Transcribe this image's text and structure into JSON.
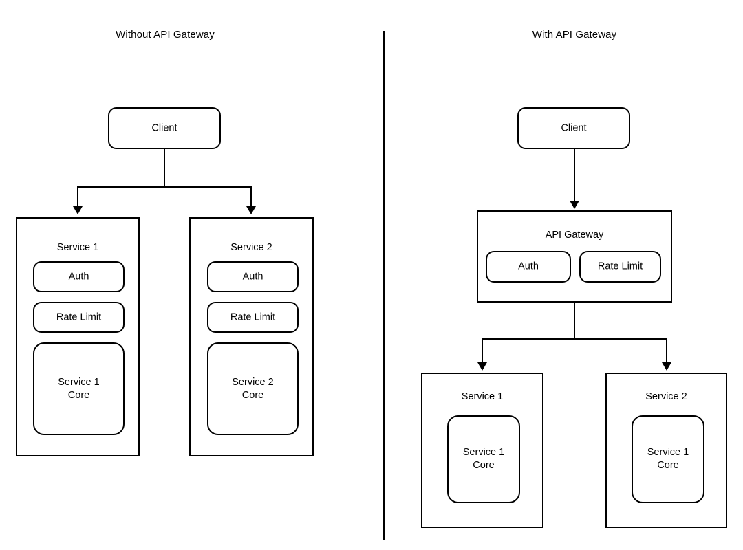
{
  "diagram": {
    "title_left": "Without API Gateway",
    "title_right": "With API Gateway",
    "accent_color": "#000000",
    "background_color": "#ffffff"
  },
  "left_panel": {
    "title": "Without API Gateway",
    "client": {
      "label": "Client"
    },
    "services": [
      {
        "title": "Service 1",
        "components": [
          {
            "label": "Auth"
          },
          {
            "label": "Rate Limit"
          },
          {
            "label": "Service 1\nCore"
          }
        ]
      },
      {
        "title": "Service 2",
        "components": [
          {
            "label": "Auth"
          },
          {
            "label": "Rate Limit"
          },
          {
            "label": "Service 2\nCore"
          }
        ]
      }
    ]
  },
  "right_panel": {
    "title": "With API Gateway",
    "client": {
      "label": "Client"
    },
    "gateway": {
      "title": "API Gateway",
      "components": [
        {
          "label": "Auth"
        },
        {
          "label": "Rate Limit"
        }
      ]
    },
    "services": [
      {
        "title": "Service 1",
        "components": [
          {
            "label": "Service 1\nCore"
          }
        ]
      },
      {
        "title": "Service 2",
        "components": [
          {
            "label": "Service 1\nCore"
          }
        ]
      }
    ]
  }
}
